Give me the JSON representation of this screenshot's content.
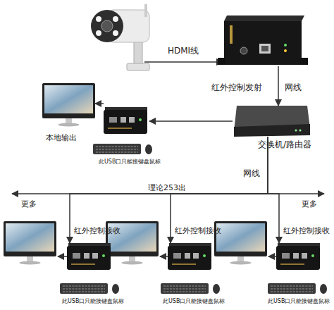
{
  "diagram": {
    "nodes": [
      {
        "text": [
          "红外控制发射"
        ]
      },
      {
        "text": [
          "本地输出"
        ]
      },
      {
        "text": [
          "此USB口只能接键盘鼠标"
        ]
      },
      {
        "text": [
          "交换机/路由器"
        ]
      },
      {
        "text": [
          "红外控制接收",
          "此USB口只能接键盘鼠标"
        ]
      },
      {
        "text": [
          "红外控制接收",
          "此USB口只能接键盘鼠标"
        ]
      },
      {
        "text": [
          "红外控制接收",
          "此USB口只能接键盘鼠标"
        ]
      }
    ],
    "edges": [
      {
        "from": 0,
        "to": 3,
        "arrow": "to",
        "label": "网线"
      },
      {
        "from": 3,
        "to": 2,
        "arrow": "to"
      },
      {
        "from": 2,
        "to": 1,
        "arrow": "to"
      },
      {
        "from": 3,
        "to": 4,
        "arrow": "to"
      },
      {
        "from": 3,
        "to": 5,
        "arrow": "to",
        "label": "网线"
      },
      {
        "from": 3,
        "to": 6,
        "arrow": "to"
      }
    ],
    "labels": [
      "HDMI线",
      "理论253出",
      "更多",
      "更多"
    ]
  }
}
